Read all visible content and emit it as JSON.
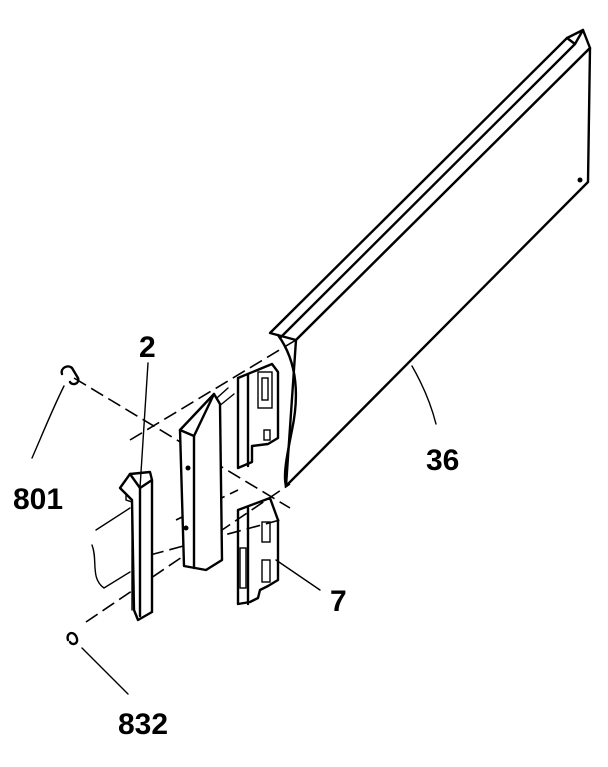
{
  "figure": {
    "labels": {
      "screw": "801",
      "bracket": "2",
      "rail": "36",
      "clip": "7",
      "washer": "832"
    }
  }
}
